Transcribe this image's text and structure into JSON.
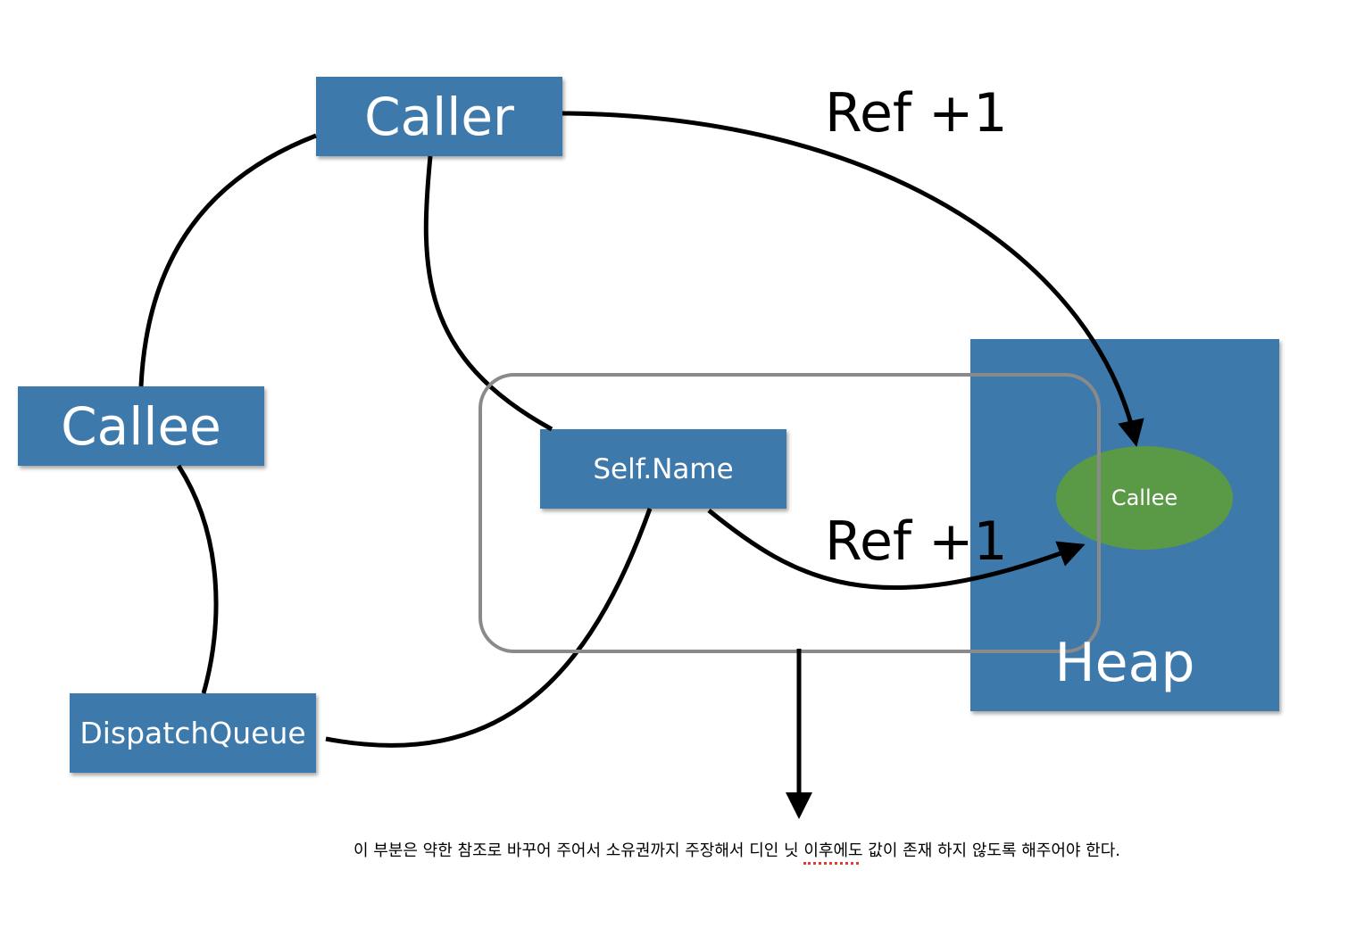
{
  "nodes": {
    "caller": "Caller",
    "callee": "Callee",
    "dispatch_queue": "DispatchQueue",
    "self_name": "Self.Name",
    "heap": "Heap",
    "heap_callee": "Callee"
  },
  "edges": {
    "ref_top": "Ref +1",
    "ref_middle": "Ref +1"
  },
  "note": "이 부분은 약한 참조로 바꾸어 주어서 소유권까지 주장해서 디인 닛 이후에도 값이 존재 하지 않도록 해주어야 한다.",
  "colors": {
    "box": "#3e79ac",
    "ellipse": "#5a9a46",
    "highlight_frame": "#8a8a8a",
    "connector": "#000000"
  }
}
